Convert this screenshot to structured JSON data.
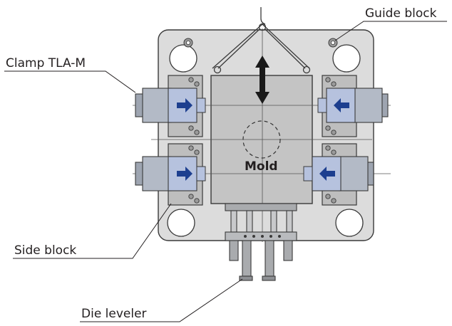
{
  "labels": {
    "guide_block": "Guide block",
    "clamp": "Clamp TLA-M",
    "side_block": "Side block",
    "die_leveler": "Die leveler",
    "mold": "Mold"
  },
  "colors": {
    "plate": "#dcdcdc",
    "mold": "#c4c4c4",
    "clamp_body": "#9ea5b1",
    "clamp_body_light": "#b3bac6",
    "clamp_piston": "#b6c2de",
    "arrow_blue": "#1d3f8f",
    "side_block": "#bebebe",
    "outline": "#3a3a3a",
    "leveler": "#a9abae",
    "text": "#231f20"
  },
  "icons": {
    "lift": "double-arrow-vertical",
    "clamp_direction": "arrow-horizontal"
  }
}
